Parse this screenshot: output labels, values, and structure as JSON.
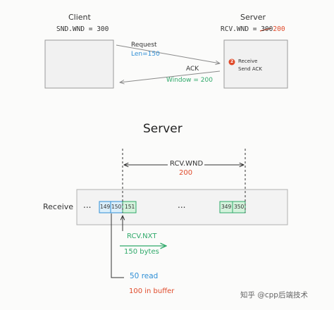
{
  "colors": {
    "blue": "#2f8fd6",
    "green": "#2fa96a",
    "red": "#e04a2a",
    "ink": "#333333",
    "box_fill": "#f1f1f1",
    "box_stroke": "#9a9a9a",
    "cell_blue_fill": "#dbeefa",
    "cell_green_fill": "#d4f2dc"
  },
  "top": {
    "client_title": "Client",
    "client_window": "SND.WND = 300",
    "server_title": "Server",
    "server_window_prefix": "RCV.WND = ",
    "server_window_old": "300",
    "server_window_new": "200",
    "request_label": "Request",
    "request_len": "Len=150",
    "ack_label": "ACK",
    "ack_window": "Window = 200",
    "step_badge": "2",
    "step_line1": "Receive",
    "step_line2": "Send ACK"
  },
  "bottom": {
    "title": "Server",
    "rcv_wnd_label": "RCV.WND",
    "rcv_wnd_value": "200",
    "row_label": "Receive",
    "ellipsis_left": "...",
    "ellipsis_mid": "...",
    "cells": [
      "149",
      "150",
      "151",
      "349",
      "350"
    ],
    "rcv_nxt": "RCV.NXT",
    "bytes_note": "150 bytes",
    "read_note": "50 read",
    "buffer_note": "100 in buffer"
  },
  "watermark": "知乎 @cpp后端技术"
}
